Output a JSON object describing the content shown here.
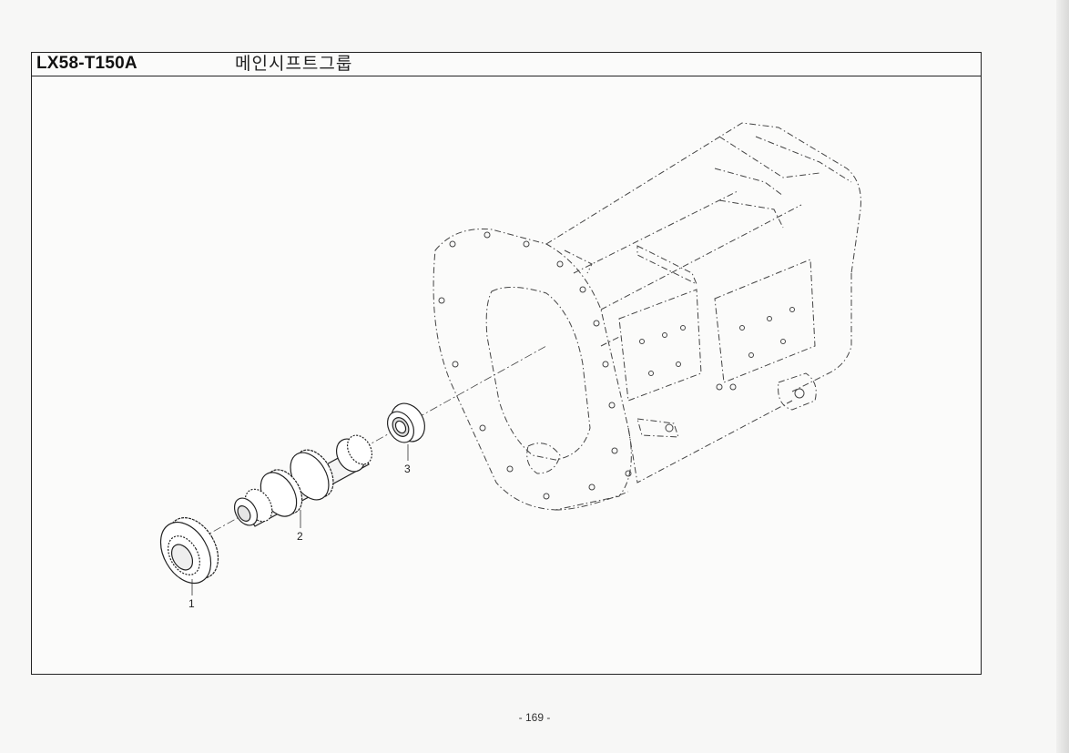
{
  "header": {
    "model_code": "LX58-T150A",
    "group_title": "메인시프트그룹"
  },
  "parts": [
    {
      "callout": "1"
    },
    {
      "callout": "2"
    },
    {
      "callout": "3"
    }
  ],
  "footer": {
    "page_number": "- 169 -"
  }
}
